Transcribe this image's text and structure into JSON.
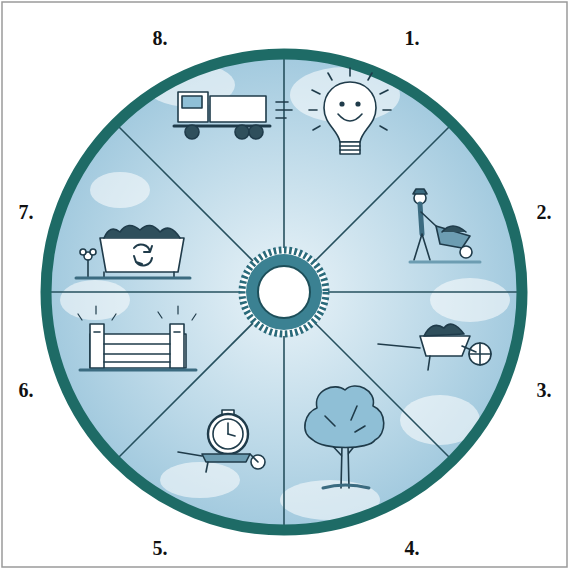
{
  "diagram": {
    "labels": [
      "1.",
      "2.",
      "3.",
      "4.",
      "5.",
      "6.",
      "7.",
      "8."
    ]
  }
}
